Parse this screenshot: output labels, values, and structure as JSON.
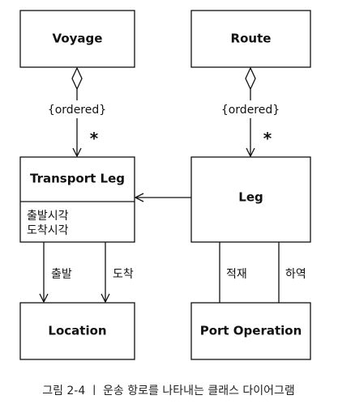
{
  "classes": {
    "voyage": "Voyage",
    "route": "Route",
    "transport_leg": "Transport Leg",
    "leg": "Leg",
    "location": "Location",
    "port_operation": "Port Operation"
  },
  "transport_leg_attributes": [
    "출발시각",
    "도착시각"
  ],
  "labels": {
    "ordered_left": "{ordered}",
    "ordered_right": "{ordered}",
    "multiplicity_left": "*",
    "multiplicity_right": "*",
    "departure": "출발",
    "arrival": "도착",
    "loading": "적재",
    "unloading": "하역"
  },
  "caption": "그림 2-4 ㅣ 운송 항로를 나타내는 클래스 다이어그램"
}
